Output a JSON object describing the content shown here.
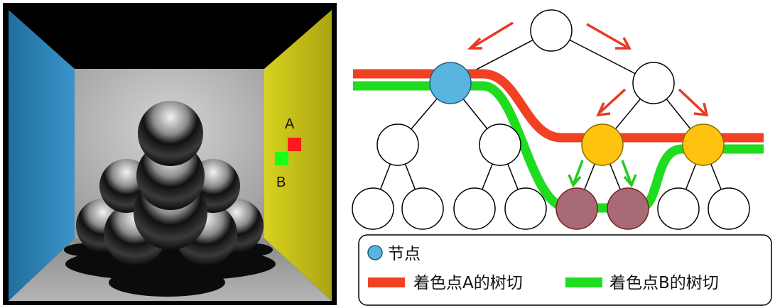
{
  "scene": {
    "label_a": "A",
    "label_b": "B",
    "colors": {
      "left_wall": "#2f86b8",
      "right_wall": "#c9c31a",
      "back_wall": "#bdbdbd",
      "floor": "#a9a9a9",
      "ceiling": "#000000",
      "marker_a": "#ff1a1a",
      "marker_b": "#19ff19"
    }
  },
  "tree": {
    "colors": {
      "node_fill": "#ffffff",
      "node_highlight": "#5ab4e0",
      "node_colored": "#ffc20e",
      "node_leaf_dark": "#a86b76",
      "cut_a": "#f04123",
      "cut_b": "#1fdc1f",
      "arrow_red": "#e83a24",
      "arrow_green": "#22cc22"
    }
  },
  "legend": {
    "node_label": "节点",
    "cut_a_label": "着色点A的树切",
    "cut_b_label": "着色点B的树切"
  }
}
